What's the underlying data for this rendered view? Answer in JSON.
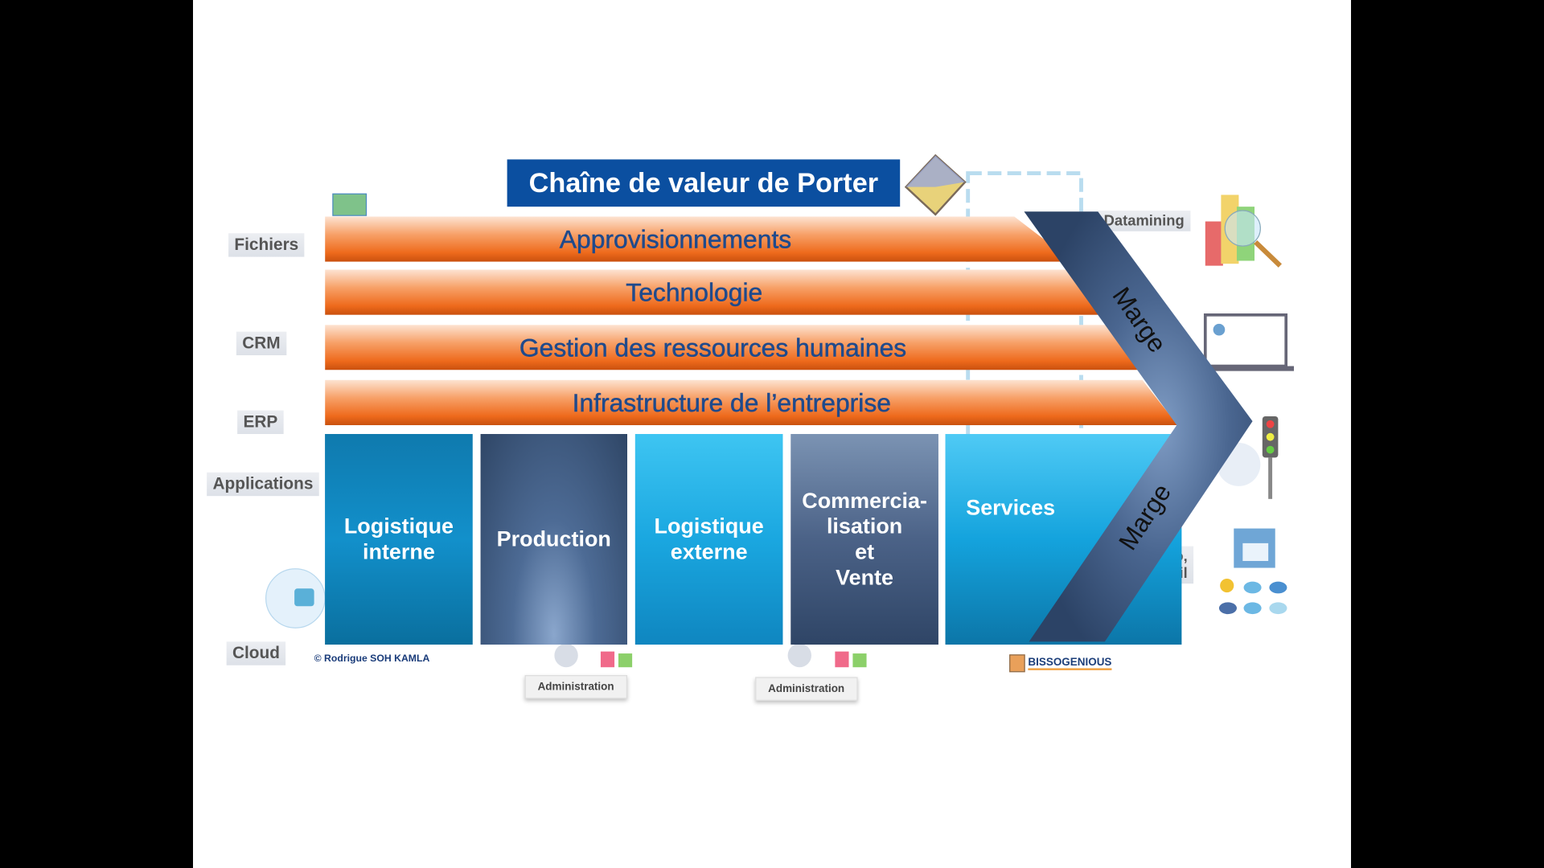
{
  "title": "Chaîne de valeur de Porter",
  "support_activities": [
    "Approvisionnements",
    "Technologie",
    "Gestion des ressources humaines",
    "Infrastructure de l’entreprise"
  ],
  "primary_activities": [
    {
      "line1": "Logistique",
      "line2": "interne"
    },
    {
      "line1": "Production",
      "line2": ""
    },
    {
      "line1": "Logistique",
      "line2": "externe"
    },
    {
      "line1": "Commercia-",
      "line2": "lisation",
      "line3": "et",
      "line4": "Vente"
    },
    {
      "line1": "Services",
      "line2": ""
    }
  ],
  "margin_label": "Marge",
  "left_labels": [
    "Fichiers",
    "CRM",
    "ERP",
    "Applications",
    "Cloud"
  ],
  "right_labels": {
    "datamining": "Datamining",
    "partial_line1": "o,",
    "partial_line2": "mail"
  },
  "admin_label": "Administration",
  "copyright": "© Rodrigue SOH KAMLA",
  "logo_text": "BISSOGENIOUS",
  "colors": {
    "title_bg": "#0b4fa0",
    "orange": "#ee6a1c",
    "chevron": "#34507a",
    "cyan": "#14a3dd"
  }
}
